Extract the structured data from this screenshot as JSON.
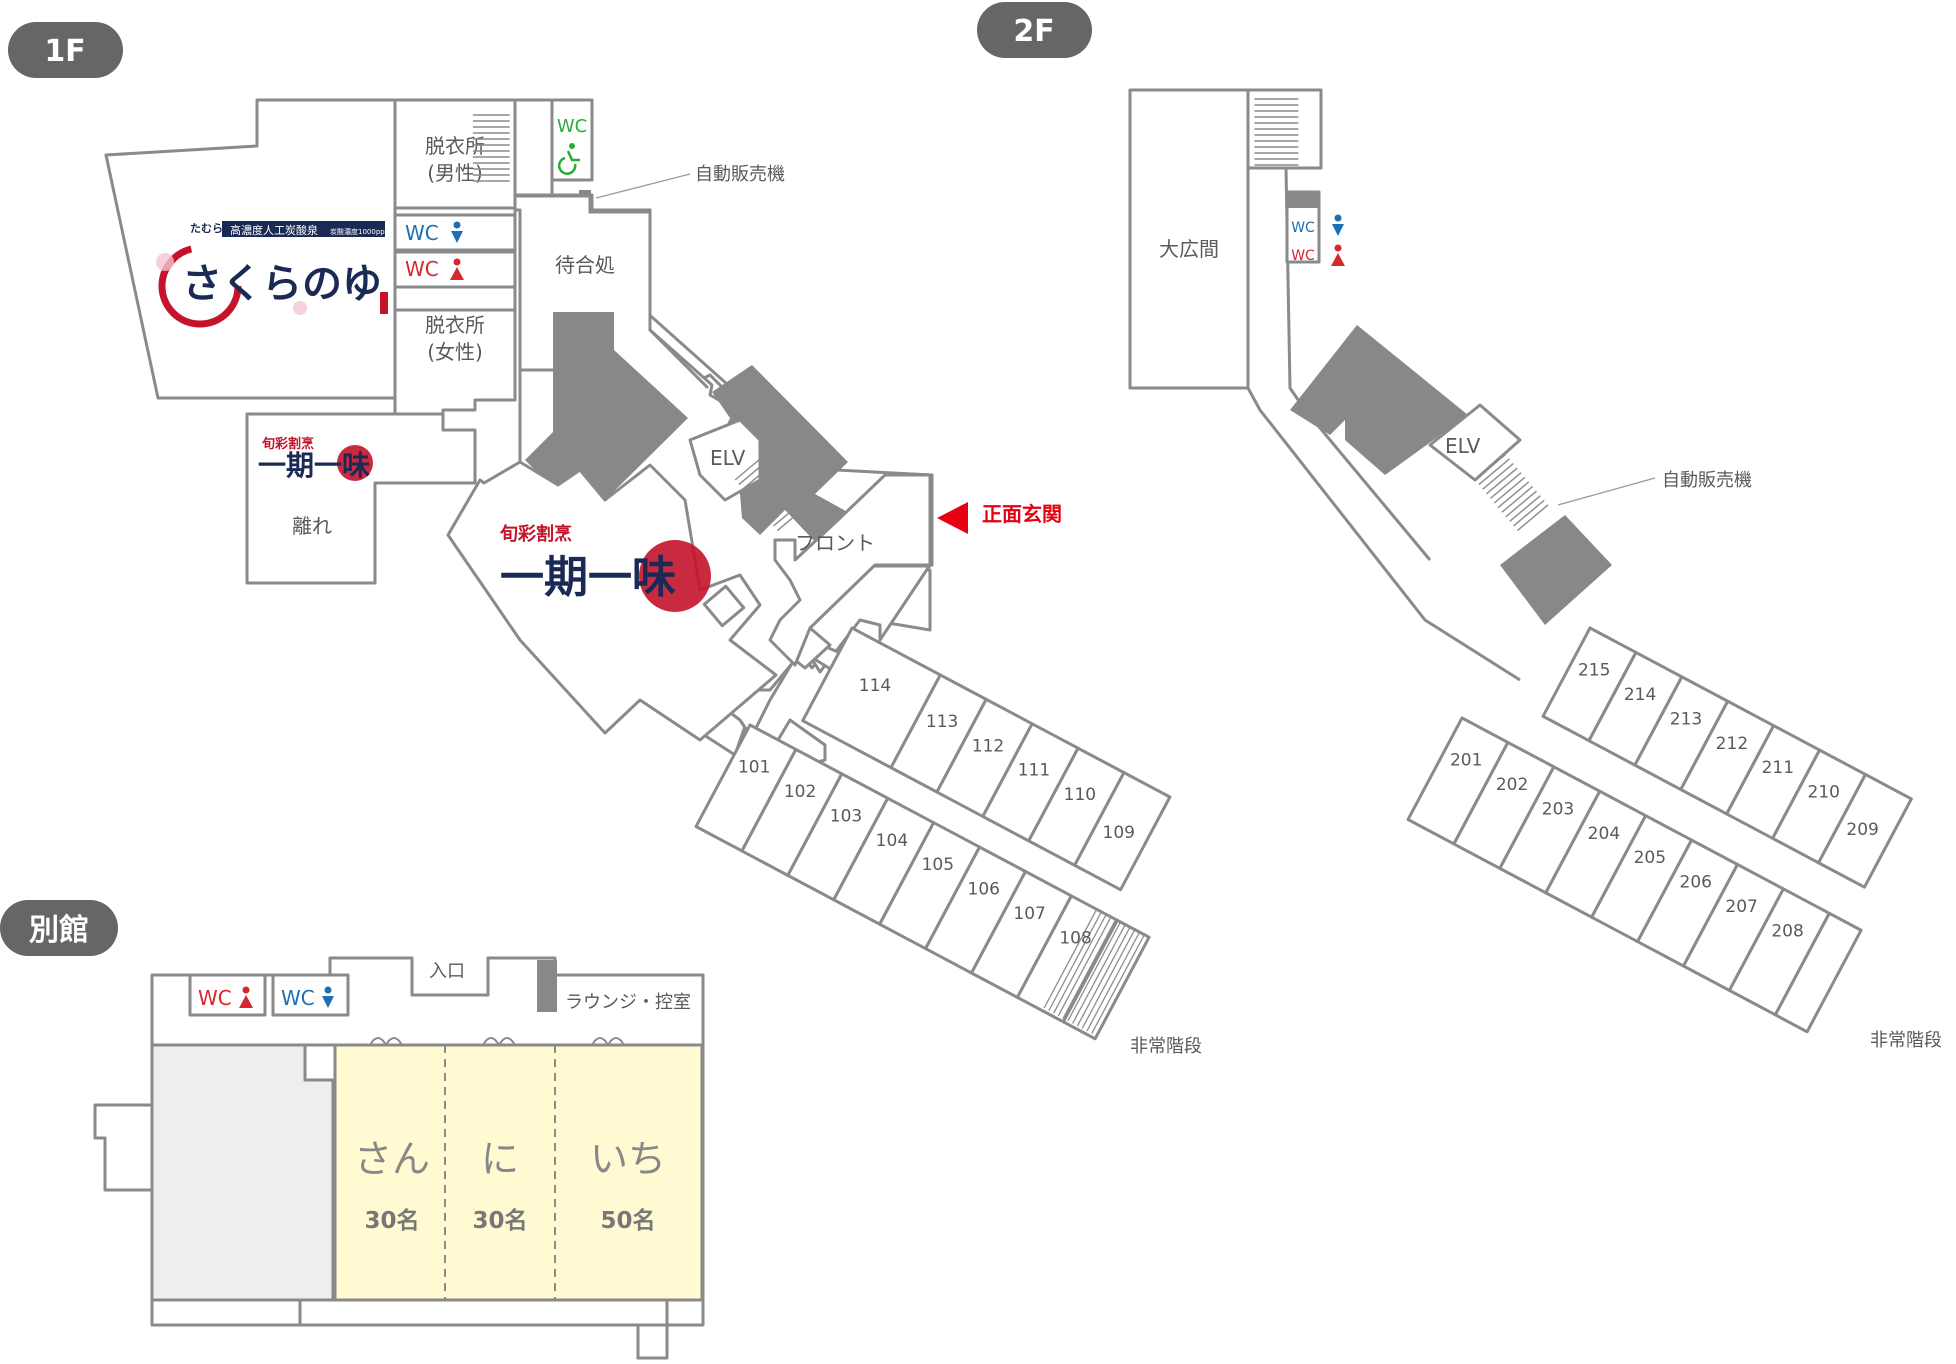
{
  "floors": {
    "f1": {
      "badge": "1F",
      "sakura_small": "たむらの郷",
      "sakura_banner": "高濃度人工炭酸泉",
      "sakura_sub": "炭酸濃度1000ppm",
      "sakura_logo": "さくらのゆ",
      "changing_male_1": "脱衣所",
      "changing_male_2": "(男性)",
      "changing_female_1": "脱衣所",
      "changing_female_2": "(女性)",
      "wc_accessible": "WC",
      "wc_male": "WC",
      "wc_female": "WC",
      "vending": "自動販売機",
      "waiting": "待合処",
      "ichigo_small": "旬彩割烹",
      "ichigo_logo": "一期一味",
      "annex_small": "旬彩割烹",
      "annex_logo": "一期一味",
      "annex": "離れ",
      "elv": "ELV",
      "front": "フロント",
      "entrance": "正面玄関",
      "emergency": "非常階段",
      "rooms_a": [
        "101",
        "102",
        "103",
        "104",
        "105",
        "106",
        "107",
        "108"
      ],
      "rooms_b": [
        "114",
        "113",
        "112",
        "111",
        "110",
        "109"
      ]
    },
    "f2": {
      "badge": "2F",
      "hall": "大広間",
      "wc_male": "WC",
      "wc_female": "WC",
      "elv": "ELV",
      "vending": "自動販売機",
      "emergency": "非常階段",
      "rooms_a": [
        "201",
        "202",
        "203",
        "204",
        "205",
        "206",
        "207",
        "208"
      ],
      "rooms_b": [
        "215",
        "214",
        "213",
        "212",
        "211",
        "210",
        "209"
      ]
    },
    "annex": {
      "badge": "別館",
      "wc_female": "WC",
      "wc_male": "WC",
      "entrance": "入口",
      "lounge": "ラウンジ・控室",
      "rooms": [
        {
          "name": "さん",
          "capacity": "30名"
        },
        {
          "name": "に",
          "capacity": "30名"
        },
        {
          "name": "いち",
          "capacity": "50名"
        }
      ]
    }
  },
  "colors": {
    "wall": "#8a8a8a",
    "solid": "#888888",
    "wc_male": "#1a6fb5",
    "wc_female": "#d7262d",
    "wc_accessible": "#2aaa3a",
    "entrance": "#e60012",
    "meeting_room": "#fffad2"
  }
}
